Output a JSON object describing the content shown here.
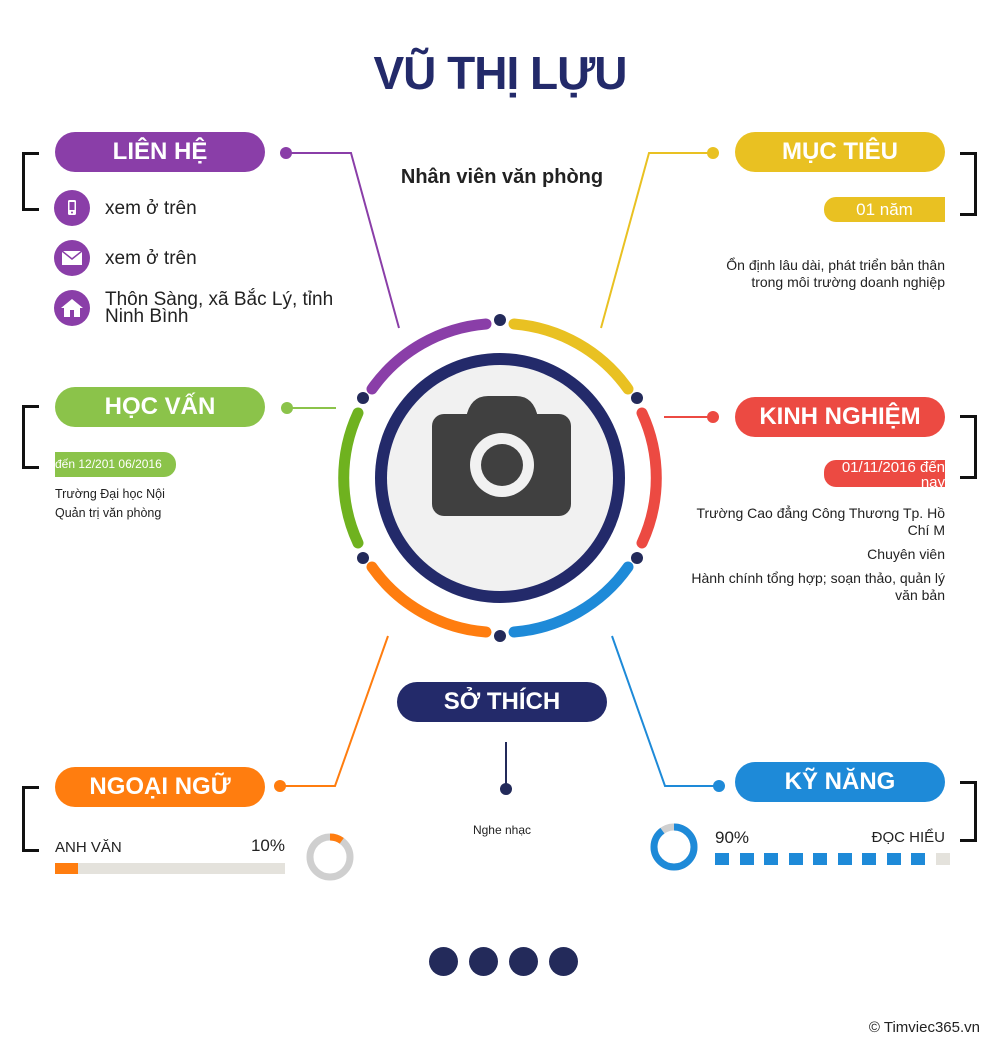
{
  "name": "VŨ THỊ LỰU",
  "position": "Nhân viên văn phòng",
  "contact": {
    "title": "LIÊN HỆ",
    "phone": "xem ở trên",
    "email": "xem ở trên",
    "address": "Thôn Sàng, xã Bắc Lý, tỉnh Ninh Bình"
  },
  "objective": {
    "title": "MỤC TIÊU",
    "duration": "01 năm",
    "description": "Ổn định lâu dài, phát triển bản thân trong môi trường doanh nghiệp"
  },
  "education": {
    "title": "HỌC VẤN",
    "period": "đến 12/201 06/2016",
    "school": "Trường Đại học Nội",
    "major": "Quản trị văn phòng"
  },
  "experience": {
    "title": "KINH NGHIỆM",
    "period": "01/11/2016 đến nay",
    "company": "Trường Cao đẳng Công Thương Tp. Hồ Chí M",
    "role": "Chuyên viên",
    "description": "Hành chính tổng hợp; soạn thảo, quản lý văn bản"
  },
  "hobbies": {
    "title": "SỞ THÍCH",
    "item": "Nghe nhạc"
  },
  "languages": {
    "title": "NGOẠI NGỮ",
    "name": "ANH VĂN",
    "percent_label": "10%",
    "level": 0.1
  },
  "skills": {
    "title": "KỸ NĂNG",
    "name": "ĐỌC HIỂU",
    "percent_label": "90%",
    "level": 0.9
  },
  "footer": "© Timviec365.vn",
  "colors": {
    "navy": "#232a6a",
    "purple": "#8a3ea8",
    "yellow": "#e9c122",
    "green": "#8bc34a",
    "red": "#ec4a42",
    "orange": "#ff7d0f",
    "blue": "#1e8ad8"
  }
}
